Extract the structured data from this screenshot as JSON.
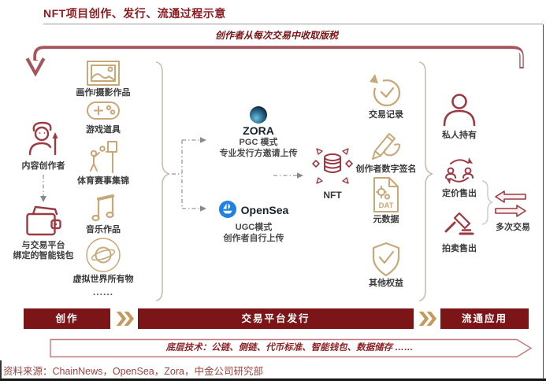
{
  "title": "NFT项目创作、发行、流通过程示意",
  "royalty_note": "创作者从每次交易中收取版税",
  "creator": {
    "label": "内容创作者",
    "wallet_line1": "与交易平台",
    "wallet_line2": "绑定的智能钱包"
  },
  "works": {
    "items": [
      {
        "label": "画作/摄影作品"
      },
      {
        "label": "游戏道具"
      },
      {
        "label": "体育赛事集锦"
      },
      {
        "label": "音乐作品"
      },
      {
        "label": "虚拟世界所有物"
      }
    ],
    "ellipsis": "......"
  },
  "platforms": {
    "zora": {
      "name": "ZORA",
      "mode": "PGC 模式",
      "desc": "专业发行方邀请上传"
    },
    "opensea": {
      "name": "OpenSea",
      "mode": "UGC模式",
      "desc": "创作者自行上传"
    }
  },
  "nft": {
    "label": "NFT"
  },
  "attributes": {
    "dat_badge": "DAT",
    "items": [
      {
        "label": "交易记录"
      },
      {
        "label": "创作者数字签名"
      },
      {
        "label": "元数据"
      },
      {
        "label": "其他权益"
      }
    ]
  },
  "circulation": {
    "items": [
      {
        "label": "私人持有"
      },
      {
        "label": "定价售出"
      },
      {
        "label": "拍卖售出"
      }
    ],
    "multi_trade": "多次交易"
  },
  "stages": {
    "create": "创作",
    "issue": "交易平台发行",
    "circulate": "流通应用"
  },
  "tech_bar": "底层技术：公链、侧链、代币标准、智能钱包、数据储存 ……",
  "source": "资料来源：ChainNews，OpenSea，Zora，中金公司研究部",
  "colors": {
    "maroon_title": "#8C1C20",
    "banner": "#7C1518",
    "tan_icon": "#C9A878",
    "red_icon": "#9B3A42",
    "gold_chevron": "#C49B5C",
    "opensea_blue": "#2081E2"
  }
}
